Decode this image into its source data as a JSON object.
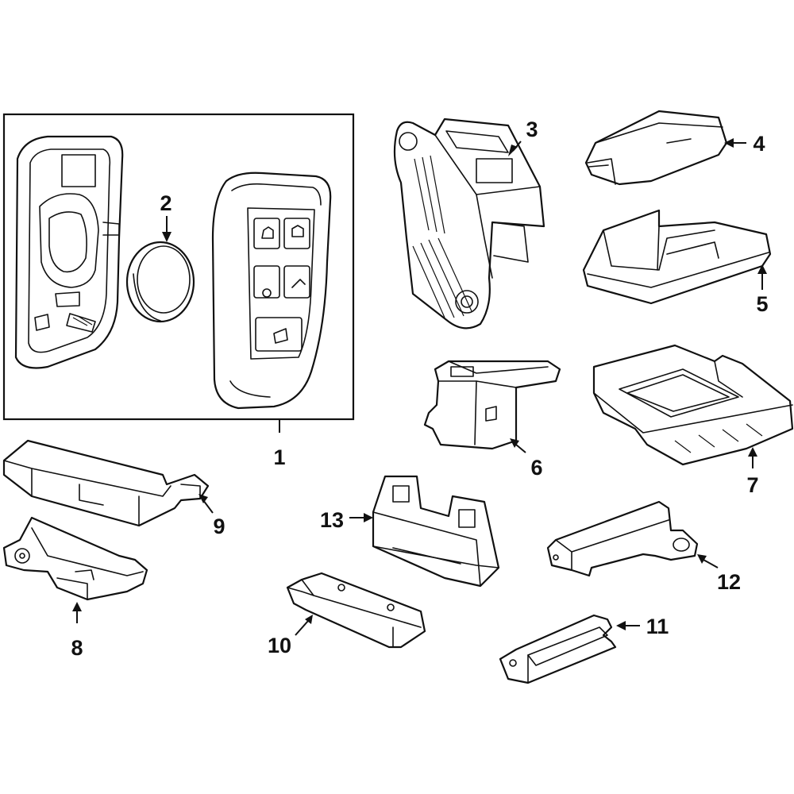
{
  "diagram": {
    "callouts": {
      "c1": "1",
      "c2": "2",
      "c3": "3",
      "c4": "4",
      "c5": "5",
      "c6": "6",
      "c7": "7",
      "c8": "8",
      "c9": "9",
      "c10": "10",
      "c11": "11",
      "c12": "12",
      "c13": "13"
    },
    "colors": {
      "line": "#111111",
      "background": "#ffffff"
    }
  }
}
